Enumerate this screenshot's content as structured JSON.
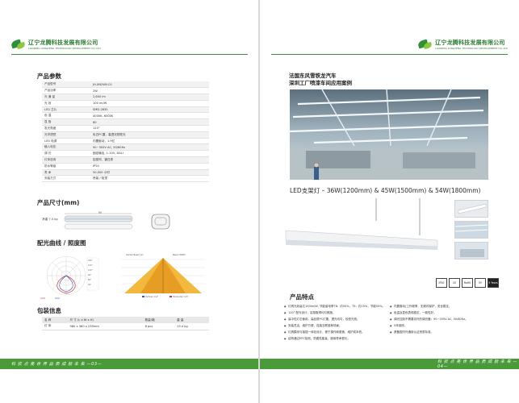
{
  "company": {
    "name_cn": "辽宁龙腾科技发展有限公司",
    "name_en": "LIAONING LONGTENG TECHNOLOGY DEVELOPMENT CO.,LTD"
  },
  "left": {
    "section_params": "产品参数",
    "specs": [
      {
        "k": "产品型号",
        "v": "JH-XN2WV-01"
      },
      {
        "k": "产品功率",
        "v": "2W"
      },
      {
        "k": "光 通 量",
        "v": "2,600 lm"
      },
      {
        "k": "光 效",
        "v": "100 lm/W"
      },
      {
        "k": "LED 芯片",
        "v": "SMD-2835"
      },
      {
        "k": "色 温",
        "v": "4000K, 6000K"
      },
      {
        "k": "显 指",
        "v": "80"
      },
      {
        "k": "发光角度",
        "v": "120°"
      },
      {
        "k": "光学透镜",
        "v": "乳白PC罩，高透光防眩光"
      },
      {
        "k": "LED 电源",
        "v": "内置驱动，1.9亿"
      },
      {
        "k": "输入电压",
        "v": "90~305V AC, 50/60Hz"
      },
      {
        "k": "调 光",
        "v": "固定输出, 1-10V, DALI"
      },
      {
        "k": "灯体选用",
        "v": "铝型材，镀白漆"
      },
      {
        "k": "防水等级",
        "v": "IP20"
      },
      {
        "k": "寿 命",
        "v": "50,000 小时"
      },
      {
        "k": "安装方式",
        "v": "吊装 / 吸顶"
      }
    ],
    "section_size": "产品尺寸(mm)",
    "weight_label": "净重 7.5 kg",
    "dim_length": "60",
    "section_curve": "配光曲线 / 照度图",
    "beam_labels": {
      "left_head": "Center Beam lux",
      "right_head": "Beam Width",
      "legend_1": "Vertical / 0.4°",
      "legend_2": "Horizontal / 0.5°"
    },
    "section_pack": "包装信息",
    "pack_headers": [
      "名 称",
      "尺 寸 (L x W x H)",
      "数量/箱",
      "重 量"
    ],
    "pack_row": [
      "灯 体",
      "980 x 360 x 230mm",
      "6 pcs",
      "13.4 kg"
    ],
    "footer": "科 技 点 亮 世 界   品 质 成 就 未 来   —03—"
  },
  "right": {
    "case_title_1": "法国东风雪铁龙汽车",
    "case_title_2": "深圳工厂喷漆车间应用案例",
    "led_title": "LED支架灯 – 36W(1200mm) & 45W(1500mm) & 54W(1800mm)",
    "icons": [
      "IP20",
      "CE",
      "RoHS",
      "5Y",
      "5 Years"
    ],
    "features_title": "产品特点",
    "features_left": [
      "灯具光效高达100lm/W, 节能省电率T8：约50%，T5：约25%，节能50%。",
      "120° 配光设计，容易取得均匀照度。",
      "高中性灯芯使用，高品质PC灯罩，透光均匀，较低光斑。",
      "安装灵活，维护方便，连接互联各种场景。",
      "灯具模块与接插一体化设计，便于操作和更换，维护成本低。",
      "结构通过EPC检测，防腐性能高，使用寿命更长。"
    ],
    "features_right": [
      "内置驱动(工作频率、无频闪保护，安全稳定。",
      "色温及显色表现稳定，一致性好。",
      "调光控制不需要另外的调光器：90~305V AC, 50/60Hz。",
      "5年保修。",
      "具备国内外通用认证资质标准。"
    ],
    "footer": "科 技 点 亮 世 界   品 质 成 就 未 来   —04—"
  }
}
